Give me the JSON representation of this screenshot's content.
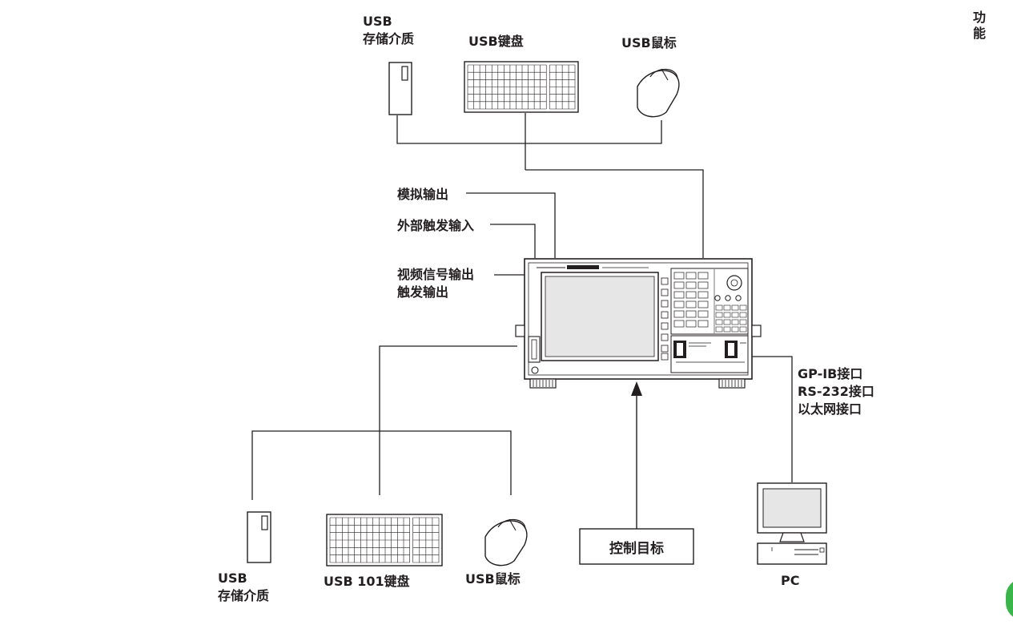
{
  "side_tab": "功能",
  "labels": {
    "usb_storage_top": "USB\n存储介质",
    "usb_keyboard_top": "USB键盘",
    "usb_mouse_top": "USB鼠标",
    "analog_out": "模拟输出",
    "ext_trigger_in": "外部触发输入",
    "video_out": "视频信号输出\n触发输出",
    "interfaces": "GP-IB接口\nRS-232接口\n以太网接口",
    "usb_storage_bottom": "USB\n存储介质",
    "usb101_keyboard": "USB 101键盘",
    "usb_mouse_bottom": "USB鼠标",
    "control_target": "控制目标",
    "pc": "PC"
  },
  "colors": {
    "line": "#231f20",
    "device_fill": "#ffffff",
    "screen": "#e6e6e6",
    "accent_tab": "#39b54a"
  }
}
